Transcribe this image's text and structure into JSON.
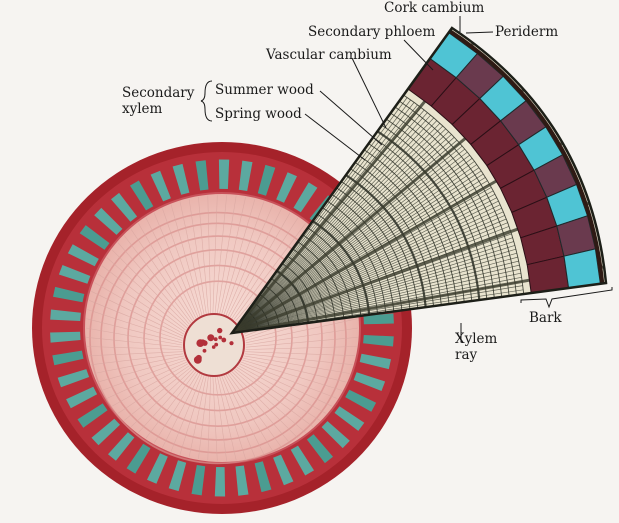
{
  "labels": {
    "cork_cambium": "Cork cambium",
    "periderm": "Periderm",
    "secondary_phloem": "Secondary phloem",
    "vascular_cambium": "Vascular cambium",
    "secondary_xylem": "Secondary\nxylem",
    "summer_wood": "Summer wood",
    "spring_wood": "Spring wood",
    "xylem_ray": "Xylem\nray",
    "bark": "Bark"
  },
  "colors": {
    "background": "#f6f4f1",
    "outer_bark": "#a5222a",
    "phloem_teal": "#52b7ac",
    "wood_pink": "#f0c8c1",
    "ring_line": "#d98f8c",
    "pith": "#eedfd4",
    "wedge_wood": "#e9e4cf",
    "wedge_cell_wall": "#2a2e24",
    "wedge_cyan": "#4fc4d4",
    "wedge_maroon": "#6b2432",
    "leader": "#1a1a1a"
  }
}
